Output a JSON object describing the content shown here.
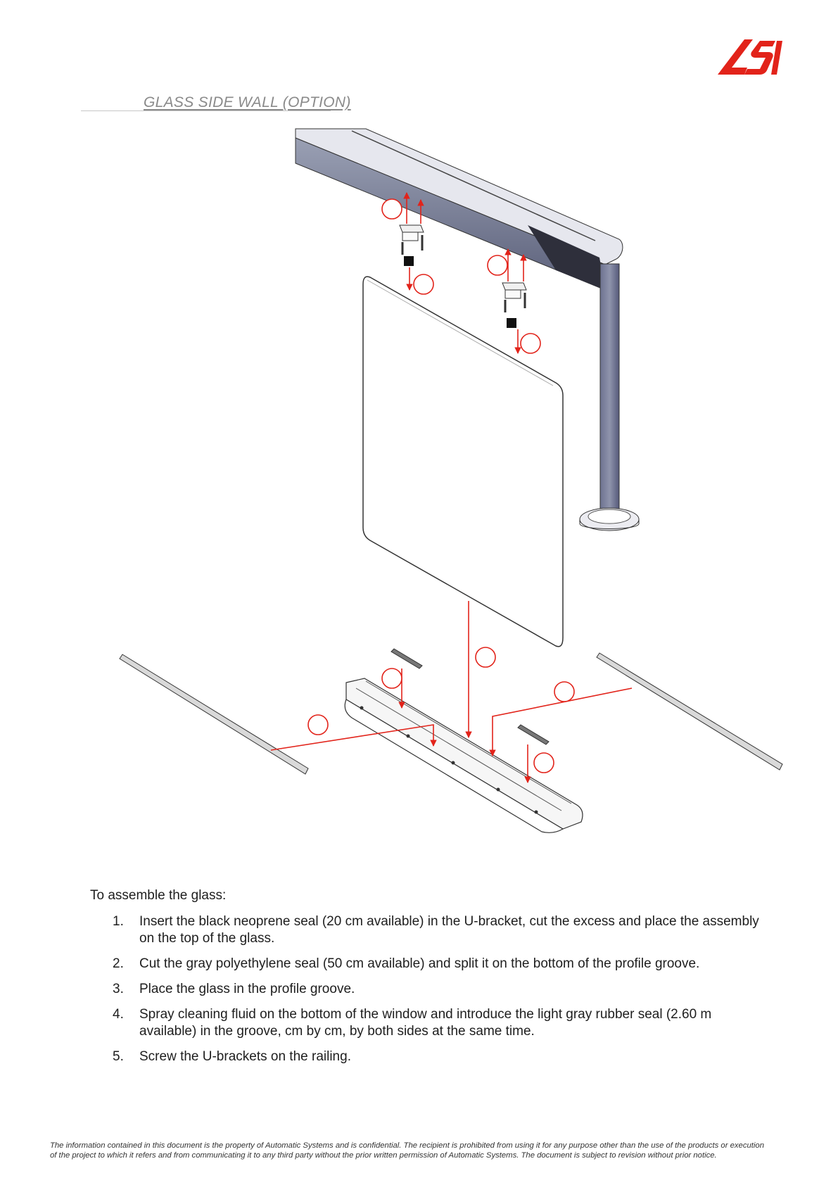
{
  "logo": {
    "text": "AS",
    "color": "#e2231a"
  },
  "section_title": "GLASS SIDE WALL (OPTION)",
  "figure": {
    "icon": "exploded-assembly-diagram",
    "accent_color": "#e2231a"
  },
  "intro": "To assemble the glass:",
  "steps": [
    {
      "num": "1.",
      "line1": "Insert the black neoprene seal (20 cm available) in the U-bracket, cut the excess and place the assembly",
      "line2": "on the top of the glass."
    },
    {
      "num": "2.",
      "line1": "Cut the gray polyethylene seal (50 cm available) and split it on the bottom of the profile groove."
    },
    {
      "num": "3.",
      "line1": "Place the glass in the profile groove."
    },
    {
      "num": "4.",
      "line1": "Spray cleaning fluid on the bottom of the window and introduce the light gray rubber seal (2.60 m",
      "line2": "available) in the groove, cm by cm, by both sides at the same time."
    },
    {
      "num": "5.",
      "line1": "Screw the U-brackets on the railing."
    }
  ],
  "footer": {
    "line1": "The information contained in this document is the property of Automatic Systems and is confidential. The recipient is prohibited from using it for any purpose other than the use of the products or execution",
    "line2": "of the project to which it refers and from communicating it to any third party without the prior written permission of Automatic Systems. The document is subject to revision without prior notice."
  }
}
